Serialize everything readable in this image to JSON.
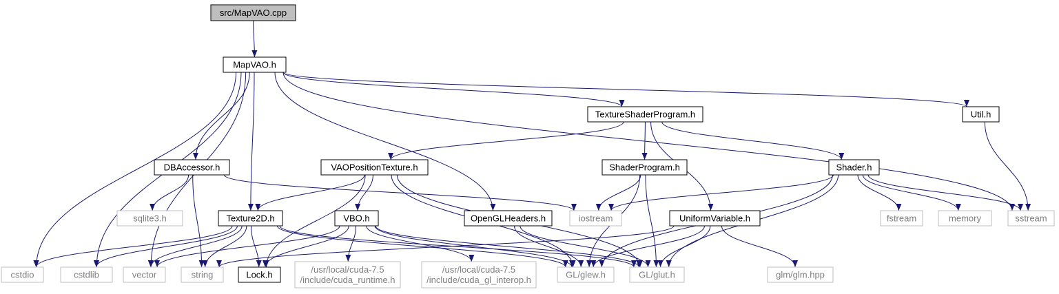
{
  "colors": {
    "edge": "#191970",
    "node_border": "#000000",
    "external_border": "#bfbfbf",
    "external_text": "#7f7f7f",
    "root_fill": "#bfbfbf",
    "node_fill": "#ffffff"
  },
  "nodes": [
    {
      "id": "root",
      "kind": "root",
      "lines": [
        "src/MapVAO.cpp"
      ]
    },
    {
      "id": "mapvao",
      "kind": "local",
      "lines": [
        "MapVAO.h"
      ]
    },
    {
      "id": "tsp",
      "kind": "local",
      "lines": [
        "TextureShaderProgram.h"
      ]
    },
    {
      "id": "util",
      "kind": "local",
      "lines": [
        "Util.h"
      ]
    },
    {
      "id": "dba",
      "kind": "local",
      "lines": [
        "DBAccessor.h"
      ]
    },
    {
      "id": "vaopt",
      "kind": "local",
      "lines": [
        "VAOPositionTexture.h"
      ]
    },
    {
      "id": "sp",
      "kind": "local",
      "lines": [
        "ShaderProgram.h"
      ]
    },
    {
      "id": "shader",
      "kind": "local",
      "lines": [
        "Shader.h"
      ]
    },
    {
      "id": "tex2d",
      "kind": "local",
      "lines": [
        "Texture2D.h"
      ]
    },
    {
      "id": "vbo",
      "kind": "local",
      "lines": [
        "VBO.h"
      ]
    },
    {
      "id": "oglh",
      "kind": "local",
      "lines": [
        "OpenGLHeaders.h"
      ]
    },
    {
      "id": "uv",
      "kind": "local",
      "lines": [
        "UniformVariable.h"
      ]
    },
    {
      "id": "lock",
      "kind": "local",
      "lines": [
        "Lock.h"
      ]
    },
    {
      "id": "sqlite",
      "kind": "external",
      "lines": [
        "sqlite3.h"
      ]
    },
    {
      "id": "iostream",
      "kind": "external",
      "lines": [
        "iostream"
      ]
    },
    {
      "id": "fstream",
      "kind": "external",
      "lines": [
        "fstream"
      ]
    },
    {
      "id": "memory",
      "kind": "external",
      "lines": [
        "memory"
      ]
    },
    {
      "id": "sstream",
      "kind": "external",
      "lines": [
        "sstream"
      ]
    },
    {
      "id": "cstdio",
      "kind": "external",
      "lines": [
        "cstdio"
      ]
    },
    {
      "id": "cstdlib",
      "kind": "external",
      "lines": [
        "cstdlib"
      ]
    },
    {
      "id": "vector",
      "kind": "external",
      "lines": [
        "vector"
      ]
    },
    {
      "id": "string",
      "kind": "external",
      "lines": [
        "string"
      ]
    },
    {
      "id": "cudart",
      "kind": "external",
      "lines": [
        "/usr/local/cuda-7.5",
        "/include/cuda_runtime.h"
      ]
    },
    {
      "id": "cudagl",
      "kind": "external",
      "lines": [
        "/usr/local/cuda-7.5",
        "/include/cuda_gl_interop.h"
      ]
    },
    {
      "id": "glew",
      "kind": "external",
      "lines": [
        "GL/glew.h"
      ]
    },
    {
      "id": "glut",
      "kind": "external",
      "lines": [
        "GL/glut.h"
      ]
    },
    {
      "id": "glm",
      "kind": "external",
      "lines": [
        "glm/glm.hpp"
      ]
    }
  ],
  "edges": [
    [
      "root",
      "mapvao"
    ],
    [
      "mapvao",
      "cstdio"
    ],
    [
      "mapvao",
      "cstdlib"
    ],
    [
      "mapvao",
      "vector"
    ],
    [
      "mapvao",
      "dba"
    ],
    [
      "mapvao",
      "tex2d"
    ],
    [
      "mapvao",
      "oglh"
    ],
    [
      "mapvao",
      "tsp"
    ],
    [
      "mapvao",
      "sstream"
    ],
    [
      "mapvao",
      "util"
    ],
    [
      "tsp",
      "vaopt"
    ],
    [
      "tsp",
      "sp"
    ],
    [
      "tsp",
      "uv"
    ],
    [
      "tsp",
      "shader"
    ],
    [
      "util",
      "sstream"
    ],
    [
      "dba",
      "sqlite"
    ],
    [
      "dba",
      "string"
    ],
    [
      "dba",
      "iostream"
    ],
    [
      "vaopt",
      "tex2d"
    ],
    [
      "vaopt",
      "lock"
    ],
    [
      "vaopt",
      "vbo"
    ],
    [
      "vaopt",
      "glew"
    ],
    [
      "vaopt",
      "glut"
    ],
    [
      "sp",
      "iostream"
    ],
    [
      "sp",
      "glew"
    ],
    [
      "sp",
      "glut"
    ],
    [
      "shader",
      "iostream"
    ],
    [
      "shader",
      "fstream"
    ],
    [
      "shader",
      "memory"
    ],
    [
      "shader",
      "sstream"
    ],
    [
      "shader",
      "glew"
    ],
    [
      "shader",
      "glut"
    ],
    [
      "tex2d",
      "cstdio"
    ],
    [
      "tex2d",
      "cstdlib"
    ],
    [
      "tex2d",
      "vector"
    ],
    [
      "tex2d",
      "string"
    ],
    [
      "tex2d",
      "lock"
    ],
    [
      "tex2d",
      "glew"
    ],
    [
      "tex2d",
      "glut"
    ],
    [
      "vbo",
      "vector"
    ],
    [
      "vbo",
      "lock"
    ],
    [
      "vbo",
      "cudart"
    ],
    [
      "vbo",
      "cudagl"
    ],
    [
      "vbo",
      "glew"
    ],
    [
      "vbo",
      "glut"
    ],
    [
      "oglh",
      "glew"
    ],
    [
      "oglh",
      "glut"
    ],
    [
      "uv",
      "string"
    ],
    [
      "uv",
      "glew"
    ],
    [
      "uv",
      "glut"
    ],
    [
      "uv",
      "glm"
    ]
  ]
}
